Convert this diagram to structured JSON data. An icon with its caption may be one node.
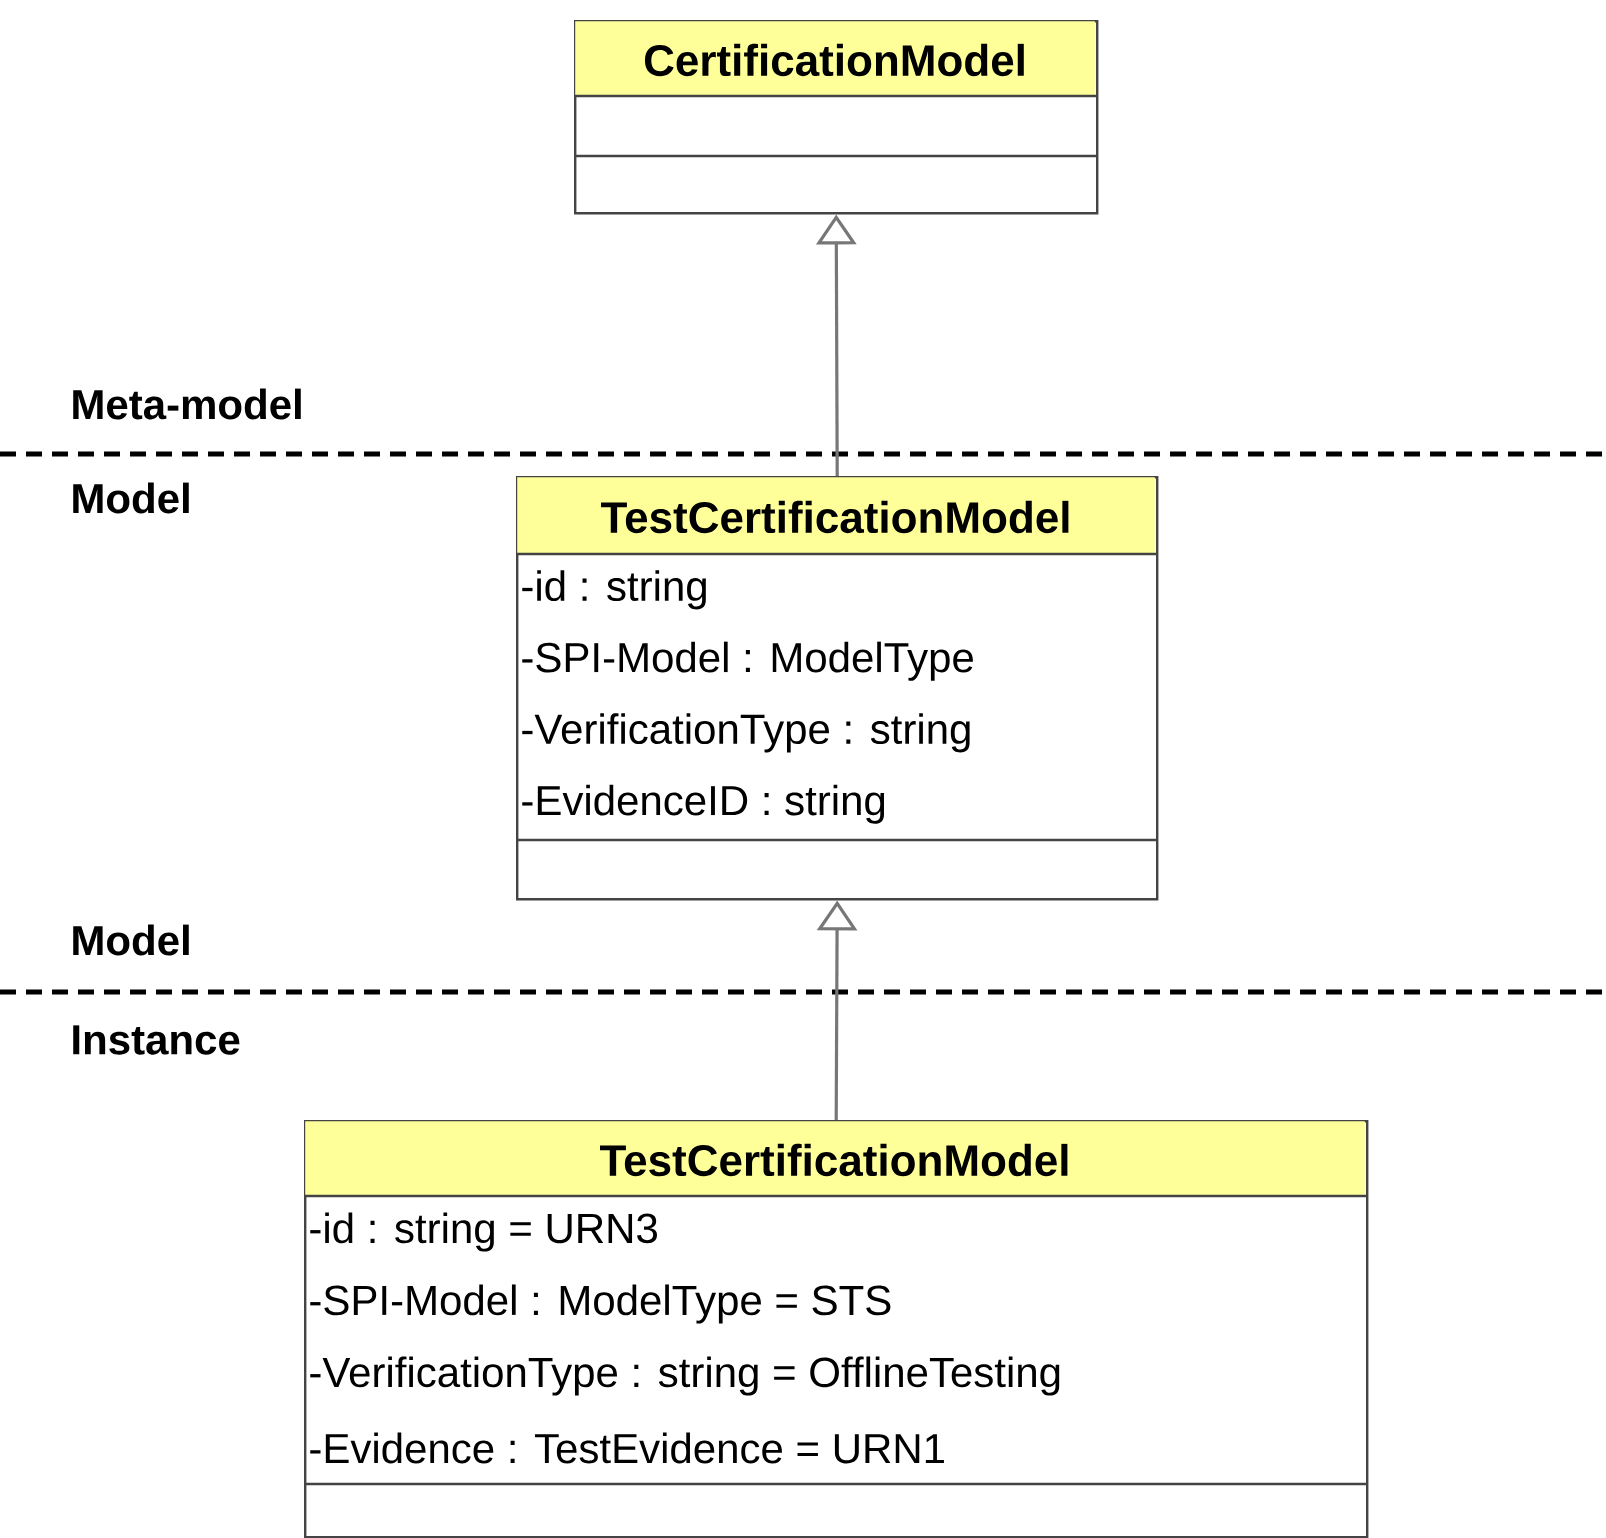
{
  "diagram": {
    "nodes": [
      {
        "text": [
          "CertificationModel"
        ]
      },
      {
        "text": [
          "TestCertificationModel",
          "-id : string",
          "-SPI-Model : ModelType",
          "-VerificationType : string",
          "-EvidenceID : string"
        ]
      },
      {
        "text": [
          "TestCertificationModel",
          "-id : string = URN3",
          "-SPI-Model : ModelType = STS",
          "-VerificationType : string = OfflineTesting",
          "-Evidence : TestEvidence = URN1"
        ]
      }
    ],
    "edges": [
      {
        "from": 1,
        "to": 0,
        "arrow": "to"
      },
      {
        "from": 2,
        "to": 1,
        "arrow": "to"
      }
    ],
    "labels": [
      "Meta-model",
      "Model",
      "Model",
      "Instance"
    ]
  }
}
